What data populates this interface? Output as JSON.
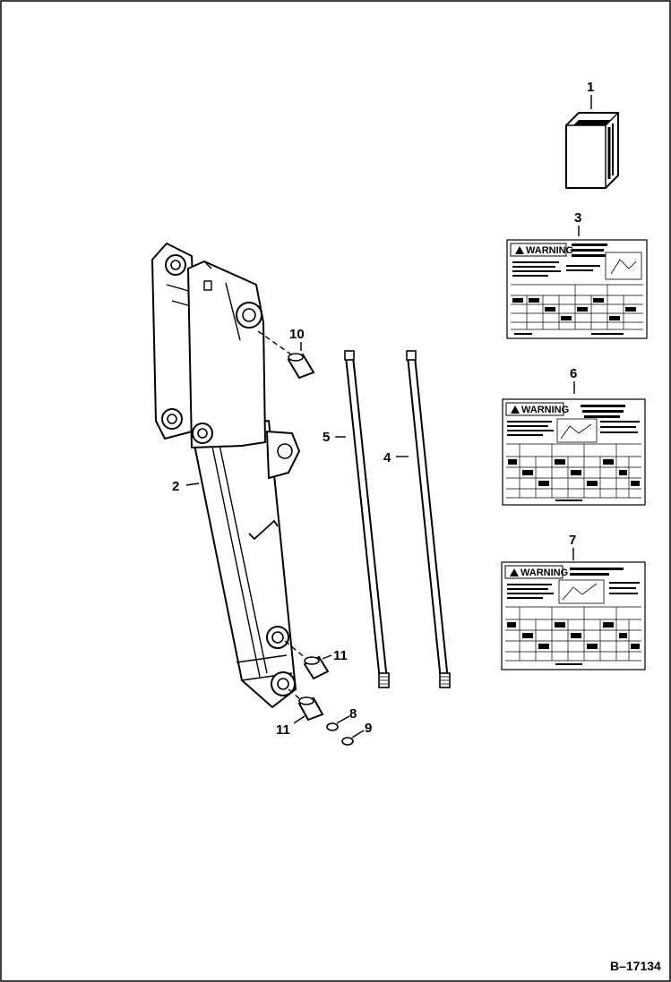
{
  "reference_code": "B–17134",
  "callouts": {
    "c1": "1",
    "c2": "2",
    "c3": "3",
    "c4": "4",
    "c5": "5",
    "c6": "6",
    "c7": "7",
    "c8": "8",
    "c9": "9",
    "c10": "10",
    "c11a": "11",
    "c11b": "11"
  },
  "decals": {
    "decal_3_title": "WARNING",
    "decal_6_title": "WARNING",
    "decal_7_title": "WARNING"
  }
}
